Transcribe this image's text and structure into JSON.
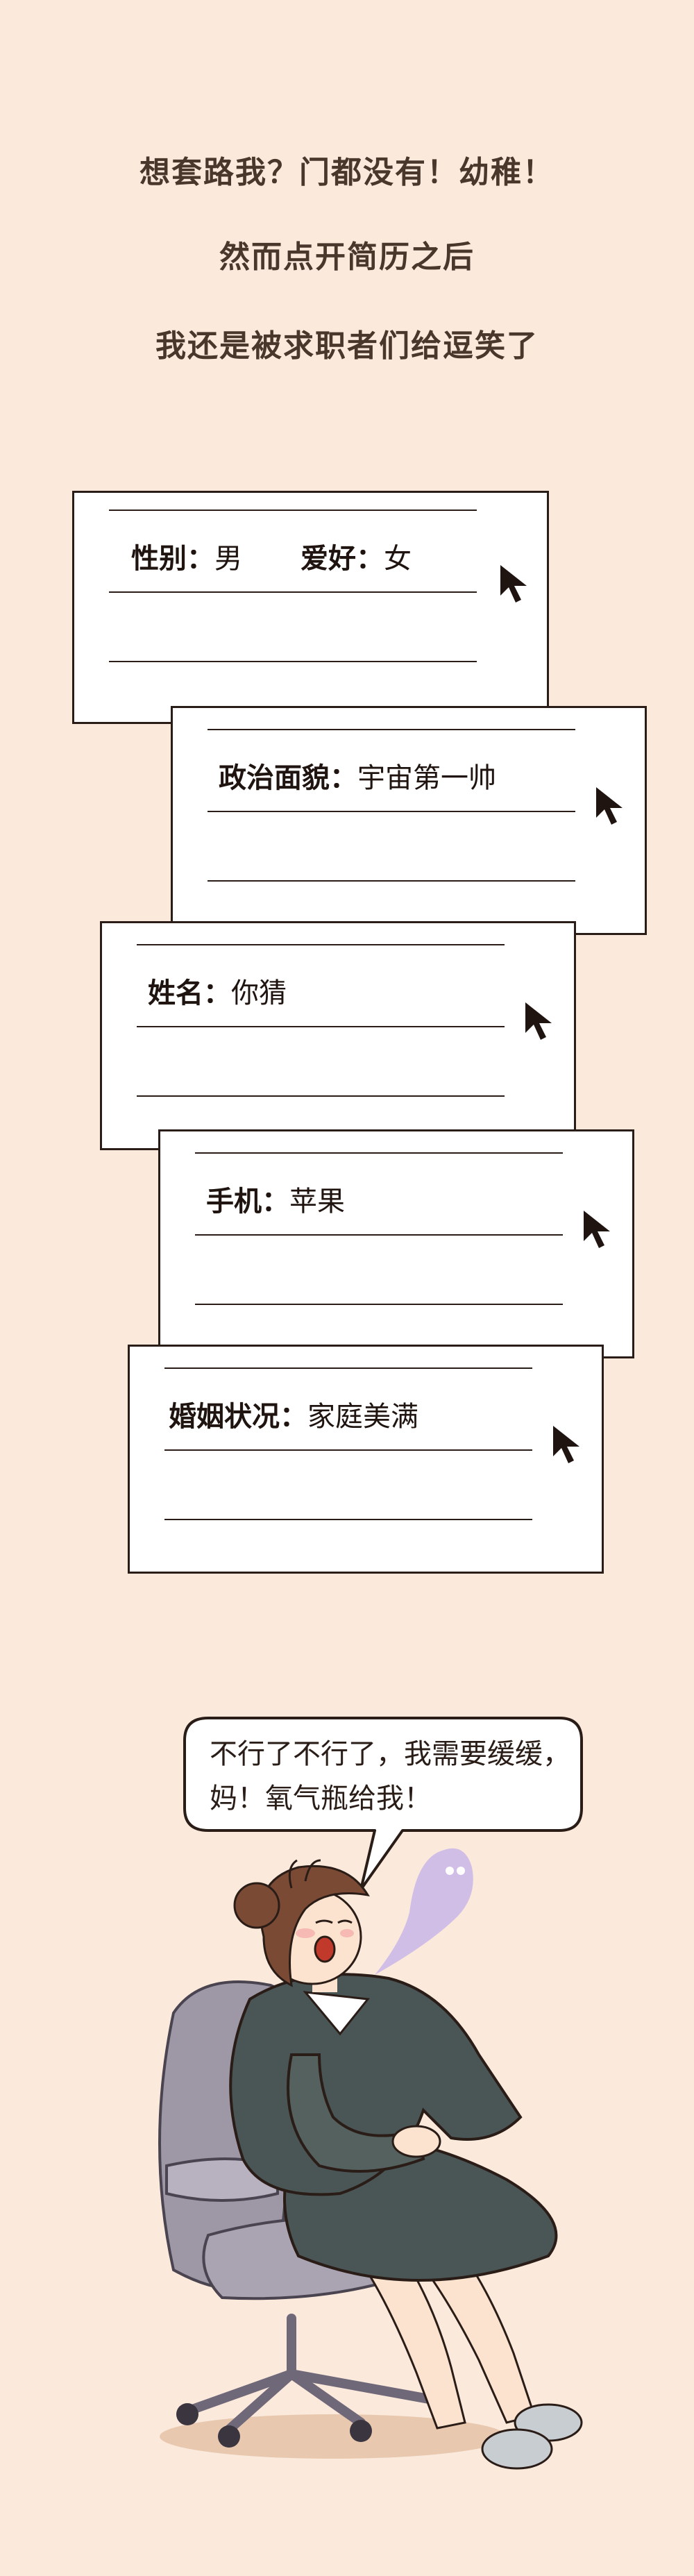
{
  "intro": [
    "想套路我？门都没有！幼稚！",
    "然而点开简历之后",
    "我还是被求职者们给逗笑了"
  ],
  "cards": [
    {
      "fields": [
        {
          "label": "性别：",
          "value": "男"
        },
        {
          "label": "爱好：",
          "value": "女"
        }
      ]
    },
    {
      "fields": [
        {
          "label": "政治面貌：",
          "value": "宇宙第一帅"
        }
      ]
    },
    {
      "fields": [
        {
          "label": "姓名：",
          "value": "你猜"
        }
      ]
    },
    {
      "fields": [
        {
          "label": "手机：",
          "value": "苹果"
        }
      ]
    },
    {
      "fields": [
        {
          "label": "婚姻状况：",
          "value": "家庭美满"
        }
      ]
    }
  ],
  "speech": {
    "line1": "不行了不行了，我需要缓缓，",
    "line2": "妈！氧气瓶给我！"
  },
  "colors": {
    "background": "#fbe9dc",
    "suit": "#4a5556",
    "chair": "#9e97a6",
    "hair": "#7a4a34",
    "ghost": "#c9b6e8"
  }
}
